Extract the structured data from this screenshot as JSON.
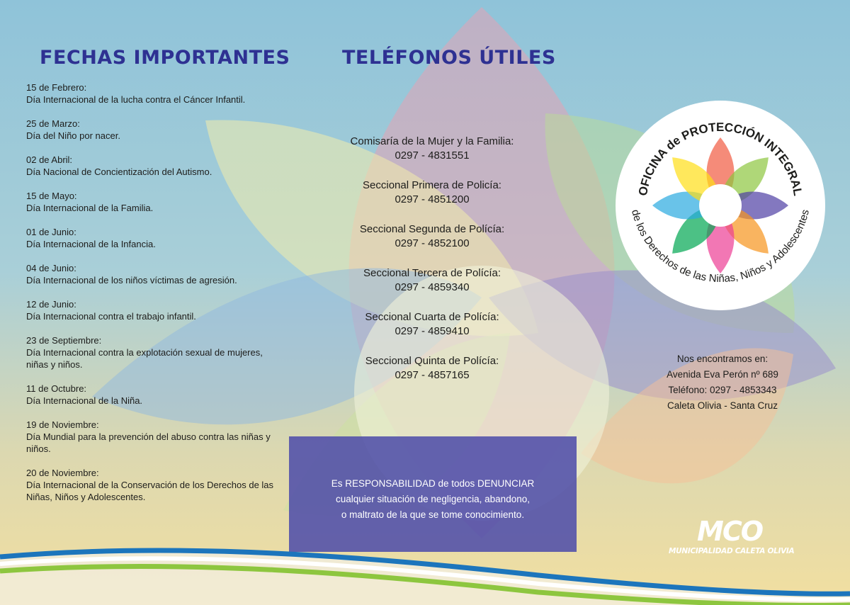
{
  "left_column": {
    "title": "FECHAS IMPORTANTES",
    "dates": [
      {
        "date": "15 de Febrero:",
        "desc": "Día Internacional de la lucha contra el Cáncer Infantil."
      },
      {
        "date": "25 de Marzo:",
        "desc": "Día del Niño por nacer."
      },
      {
        "date": "02 de Abril:",
        "desc": "Día Nacional de Concientización del Autismo."
      },
      {
        "date": "15 de Mayo:",
        "desc": "Día Internacional de la Familia."
      },
      {
        "date": "01 de Junio:",
        "desc": "Día Internacional de la Infancia."
      },
      {
        "date": "04 de Junio:",
        "desc": "Día Internacional de los niños víctimas de agresión."
      },
      {
        "date": "12 de Junio:",
        "desc": "Día Internacional contra el trabajo infantil."
      },
      {
        "date": "23 de Septiembre:",
        "desc": "Día Internacional contra la explotación sexual de mujeres, niñas y niños."
      },
      {
        "date": "11 de Octubre:",
        "desc": "Día Internacional de la Niña."
      },
      {
        "date": "19 de Noviembre:",
        "desc": "Día Mundial para la prevención del abuso contra las niñas y niños."
      },
      {
        "date": "20 de Noviembre:",
        "desc": "Día Internacional de la Conservación de los Derechos de las Niñas, Niños y Adolescentes."
      }
    ]
  },
  "middle_column": {
    "title": "TELÉFONOS ÚTILES",
    "phones": [
      {
        "name": "Comisaría de la Mujer y la Familia:",
        "number": "0297 - 4831551"
      },
      {
        "name": "Seccional Primera de Policía:",
        "number": "0297 - 4851200"
      },
      {
        "name": "Seccional Segunda de Polícía:",
        "number": "0297 - 4852100"
      },
      {
        "name": "Seccional Tercera de Polícía:",
        "number": "0297 - 4859340"
      },
      {
        "name": "Seccional Cuarta de Polícía:",
        "number": "0297 - 4859410"
      },
      {
        "name": "Seccional Quinta de Polícía:",
        "number": "0297 - 4857165"
      }
    ],
    "notice": [
      "Es RESPONSABILIDAD de todos DENUNCIAR",
      "cualquier situación de negligencia, abandono,",
      "o maltrato de la que se tome conocimiento."
    ]
  },
  "right_column": {
    "logo_arc_top": "OFICINA de PROTECCIÓN INTEGRAL",
    "logo_arc_bottom": "de los Derechos de las Niñas, Niños y Adolescentes",
    "address": [
      "Nos encontramos en:",
      "Avenida Eva Perón nº 689",
      "Teléfono: 0297 - 4853343",
      "Caleta Olivia - Santa Cruz"
    ],
    "brand_mark": "MCO",
    "brand_name": "MUNICIPALIDAD CALETA OLIVIA"
  },
  "colors": {
    "title_blue": "#2e3192",
    "notice_bg": "#504eaa",
    "wave_blue": "#1c75bc",
    "wave_green": "#8dc63f",
    "petals": [
      "#f15a40",
      "#8dc63f",
      "#4f3fa4",
      "#f7941d",
      "#ec3d94",
      "#00a651",
      "#29a9e0",
      "#ffde17"
    ]
  }
}
